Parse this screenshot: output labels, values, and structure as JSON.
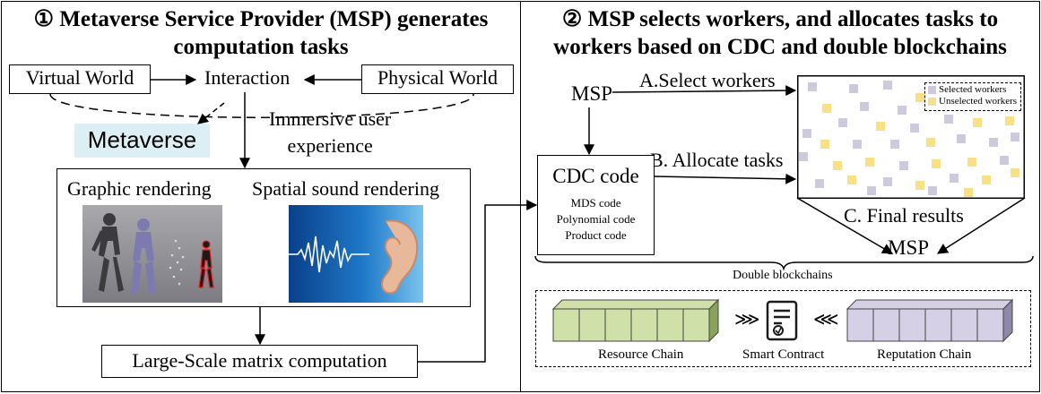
{
  "left": {
    "title_line1": "① Metaverse Service Provider (MSP) generates",
    "title_line2": "computation tasks",
    "virtual_world": "Virtual World",
    "interaction": "Interaction",
    "physical_world": "Physical World",
    "immersive_line1": "Immersive user",
    "immersive_line2": "experience",
    "metaverse": "Metaverse",
    "graphic_rendering": "Graphic rendering",
    "spatial_sound": "Spatial sound rendering",
    "matrix_computation": "Large-Scale matrix computation"
  },
  "right": {
    "title_line1": "② MSP selects workers, and allocates tasks to",
    "title_line2": "workers based on CDC and double blockchains",
    "msp_top": "MSP",
    "select_workers": "A.Select workers",
    "allocate_tasks": "B. Allocate tasks",
    "cdc_title": "CDC code",
    "cdc_items": [
      "MDS code",
      "Polynomial code",
      "Product code"
    ],
    "final_results": "C. Final results",
    "msp_bottom": "MSP",
    "legend_selected": "Selected workers",
    "legend_unselected": "Unselected workers",
    "double_blockchains": "Double blockchains",
    "resource_chain": "Resource Chain",
    "smart_contract": "Smart Contract",
    "reputation_chain": "Reputation Chain",
    "arrow_right": "⋙",
    "arrow_left": "⋘"
  },
  "colors": {
    "selected": "#cfc9dd",
    "unselected": "#f9df86",
    "metaverse_bg": "#dceff5",
    "resource_chain": "#cfe0a8",
    "reputation_chain": "#d6d0e6"
  }
}
